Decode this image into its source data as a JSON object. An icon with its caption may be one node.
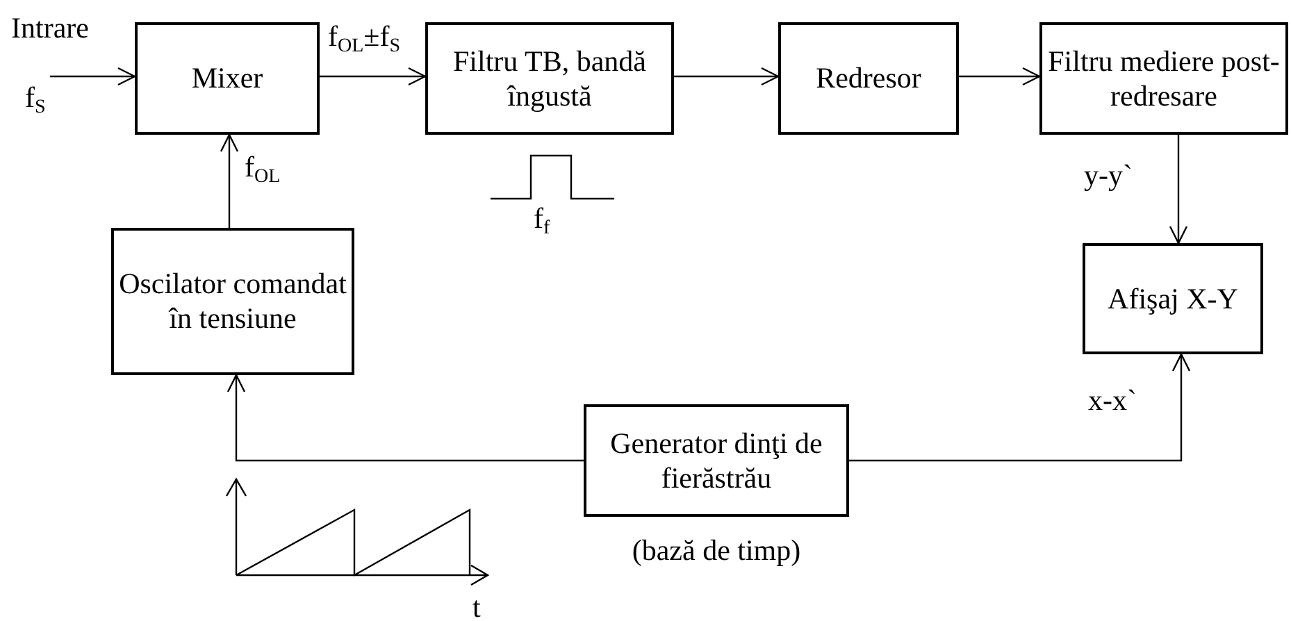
{
  "diagram": {
    "nodes": [
      {
        "text": [
          "Mixer"
        ]
      },
      {
        "text": [
          "Filtru TB, bandă îngustă"
        ]
      },
      {
        "text": [
          "Redresor"
        ]
      },
      {
        "text": [
          "Filtru mediere post-redresare"
        ]
      },
      {
        "text": [
          "Afişaj X-Y"
        ]
      },
      {
        "text": [
          "Oscilator comandat în tensiune"
        ]
      },
      {
        "text": [
          "Generator dinţi de fierăstrău"
        ],
        "beside": [
          "(bază de timp)"
        ]
      }
    ],
    "edges": [
      {
        "from": null,
        "to": 0,
        "arrow": "to",
        "label": "Intrare"
      },
      {
        "from": 0,
        "to": 1,
        "arrow": "to",
        "label": "f$_{OL}$±f$_{S}$"
      },
      {
        "from": 1,
        "to": 2,
        "arrow": "to"
      },
      {
        "from": 2,
        "to": 3,
        "arrow": "to"
      },
      {
        "from": 3,
        "to": 4,
        "arrow": "to",
        "label": "y-y`"
      },
      {
        "from": 5,
        "to": 0,
        "arrow": "to",
        "label": "f$_{OL}$"
      },
      {
        "from": 6,
        "to": 5,
        "arrow": "to"
      },
      {
        "from": 6,
        "to": 4,
        "arrow": "to",
        "label": "x-x`"
      }
    ],
    "labels": [
      "f$_{S}$",
      "f$_{f}$",
      "t"
    ]
  }
}
